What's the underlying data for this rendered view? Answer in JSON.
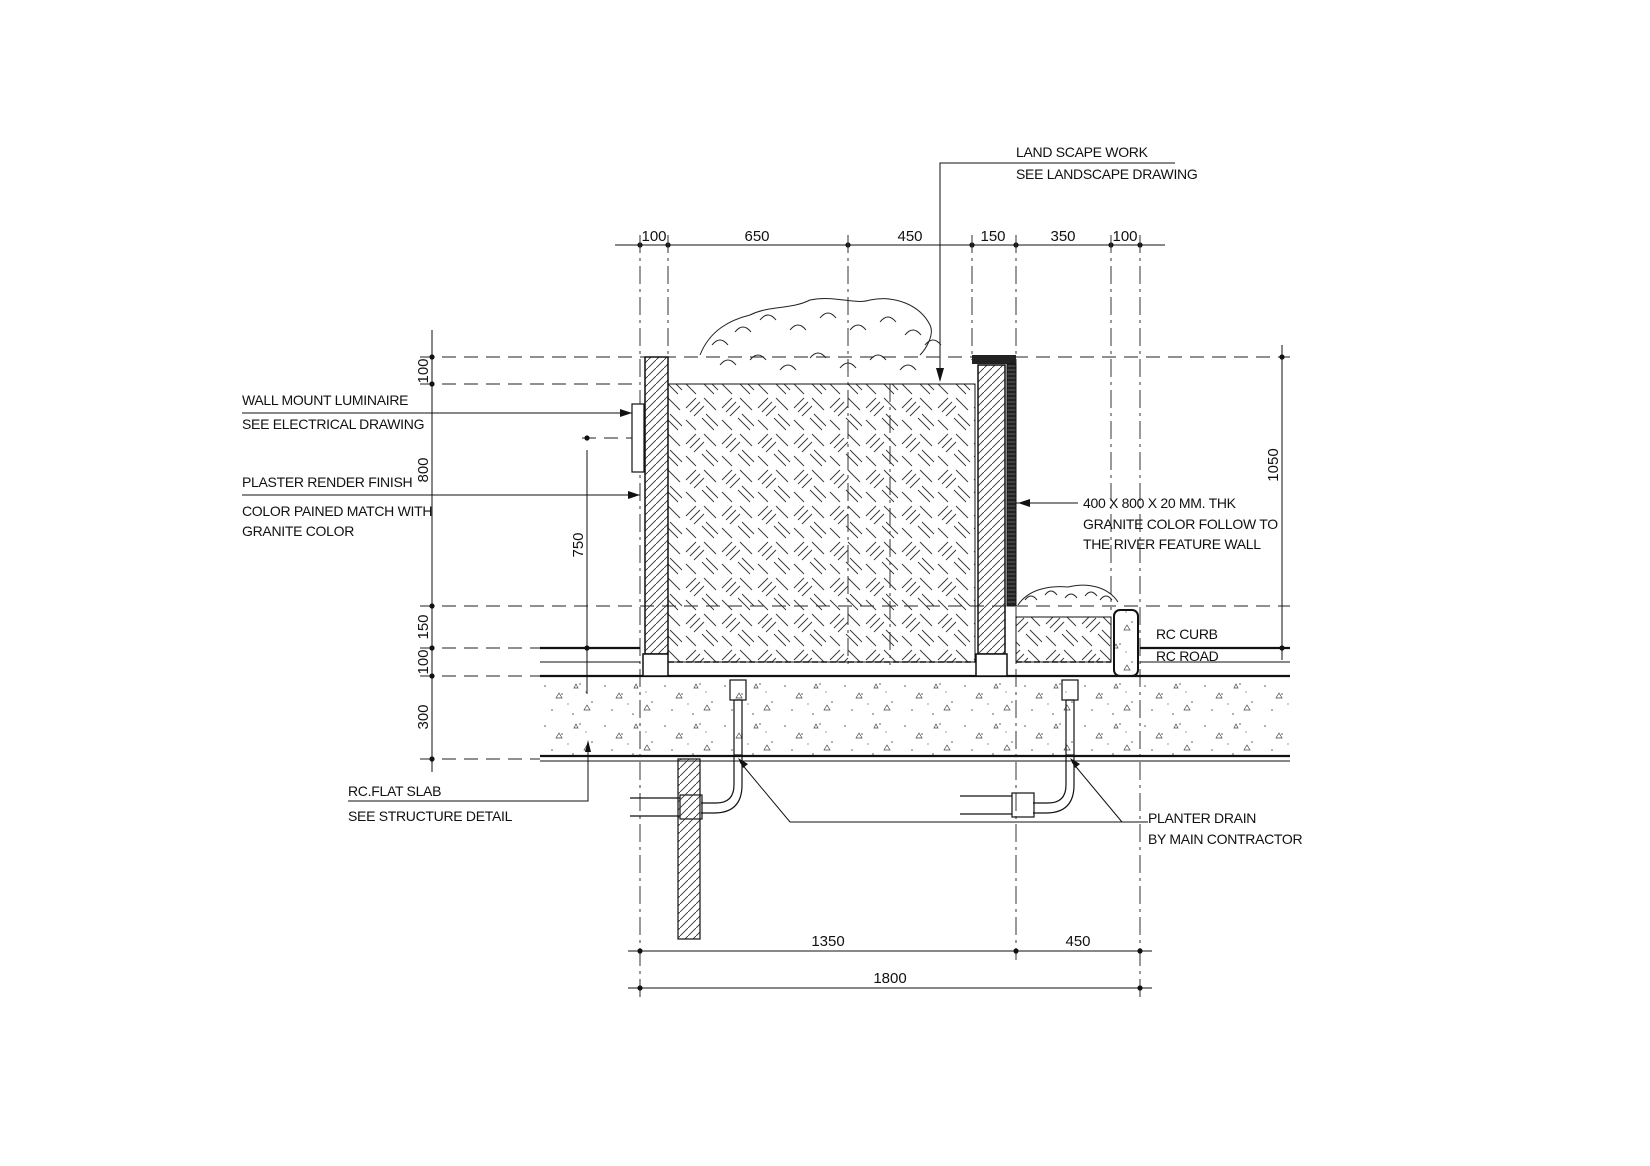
{
  "annotations": {
    "landscape_1": "LAND SCAPE WORK",
    "landscape_2": "SEE LANDSCAPE DRAWING",
    "luminaire_1": "WALL MOUNT LUMINAIRE",
    "luminaire_2": "SEE ELECTRICAL DRAWING",
    "plaster_1": "PLASTER RENDER FINISH",
    "plaster_2": "COLOR PAINED MATCH WITH",
    "plaster_3": "GRANITE COLOR",
    "granite_1": "400 X 800 X 20 MM. THK",
    "granite_2": "GRANITE COLOR FOLLOW TO",
    "granite_3": "THE RIVER FEATURE WALL",
    "curb": "RC CURB",
    "road": "RC ROAD",
    "slab_1": "RC.FLAT SLAB",
    "slab_2": "SEE STRUCTURE DETAIL",
    "drain_1": "PLANTER DRAIN",
    "drain_2": "BY MAIN CONTRACTOR"
  },
  "dimensions": {
    "top": [
      "100",
      "650",
      "450",
      "150",
      "350",
      "100"
    ],
    "left": [
      "100",
      "800",
      "150",
      "100",
      "300"
    ],
    "inner_left": "750",
    "right": "1050",
    "bottom_1": [
      "1350",
      "450"
    ],
    "bottom_2": "1800"
  }
}
